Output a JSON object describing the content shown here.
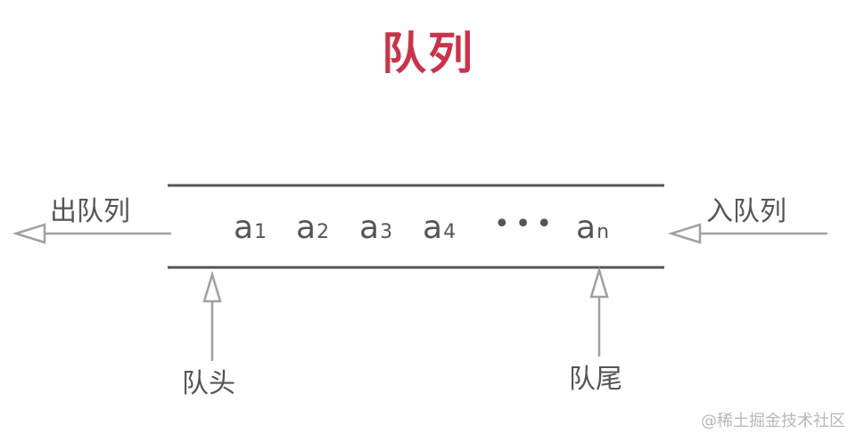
{
  "diagram": {
    "title": "队列",
    "dequeue_label": "出队列",
    "enqueue_label": "入队列",
    "head_label": "队头",
    "tail_label": "队尾",
    "elements": [
      {
        "base": "a",
        "sub": "1"
      },
      {
        "base": "a",
        "sub": "2"
      },
      {
        "base": "a",
        "sub": "3"
      },
      {
        "base": "a",
        "sub": "4"
      }
    ],
    "ellipsis": "•••",
    "last_element": {
      "base": "a",
      "sub": "n"
    },
    "colors": {
      "title": "#c9344a",
      "lines": "#555555",
      "arrows": "#a0a0a0",
      "text": "#555555"
    }
  },
  "watermark": "@稀土掘金技术社区"
}
